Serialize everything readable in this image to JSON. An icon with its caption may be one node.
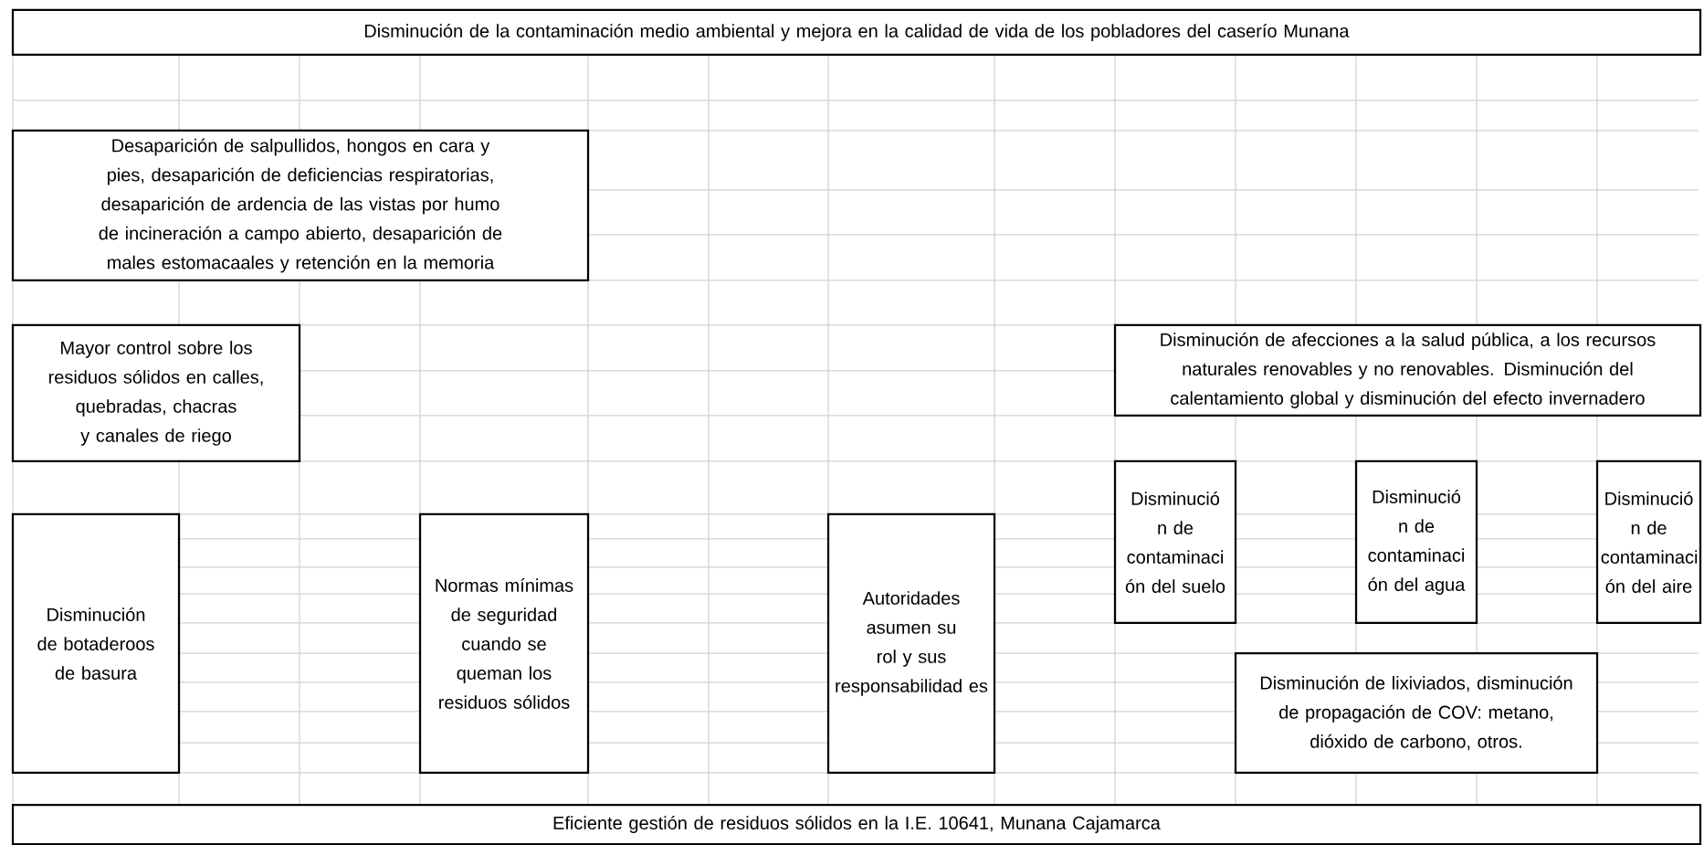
{
  "diagram": {
    "nodes": [
      {
        "text": [
          "Disminución de la contaminación medio ambiental y mejora en la calidad de vida de los pobladores del caserío Munana"
        ]
      },
      {
        "text": [
          "Desaparición de salpullidos, hongos en cara y pies, desaparición de deficiencias respiratorias, desaparición de ardencia de las vistas por humo de incineración a campo abierto, desaparición de males estomacaales y retención en la memoria"
        ]
      },
      {
        "text": [
          "Mayor control sobre los residuos sólidos en calles, quebradas, chacras y canales de riego"
        ]
      },
      {
        "text": [
          "Disminución de afecciones a la salud pública, a los recursos naturales renovables y no renovables. Disminución del calentamiento global y disminución del efecto invernadero"
        ]
      },
      {
        "text": [
          "Disminució n de contaminaci ón del suelo"
        ]
      },
      {
        "text": [
          "Disminució n de contaminaci ón del agua"
        ]
      },
      {
        "text": [
          "Disminució n de contaminaci ón del aire"
        ]
      },
      {
        "text": [
          "Disminución de botaderoos de basura"
        ]
      },
      {
        "text": [
          "Normas mínimas de seguridad cuando se queman los residuos sólidos"
        ]
      },
      {
        "text": [
          "Autoridades asumen su rol y sus responsabilidad es"
        ]
      },
      {
        "text": [
          "Disminución de lixiviados, disminución de propagación de COV: metano, dióxido de carbono, otros."
        ]
      },
      {
        "text": [
          "Eficiente gestión de residuos sólidos  en la I.E. 10641, Munana Cajamarca"
        ]
      }
    ]
  }
}
